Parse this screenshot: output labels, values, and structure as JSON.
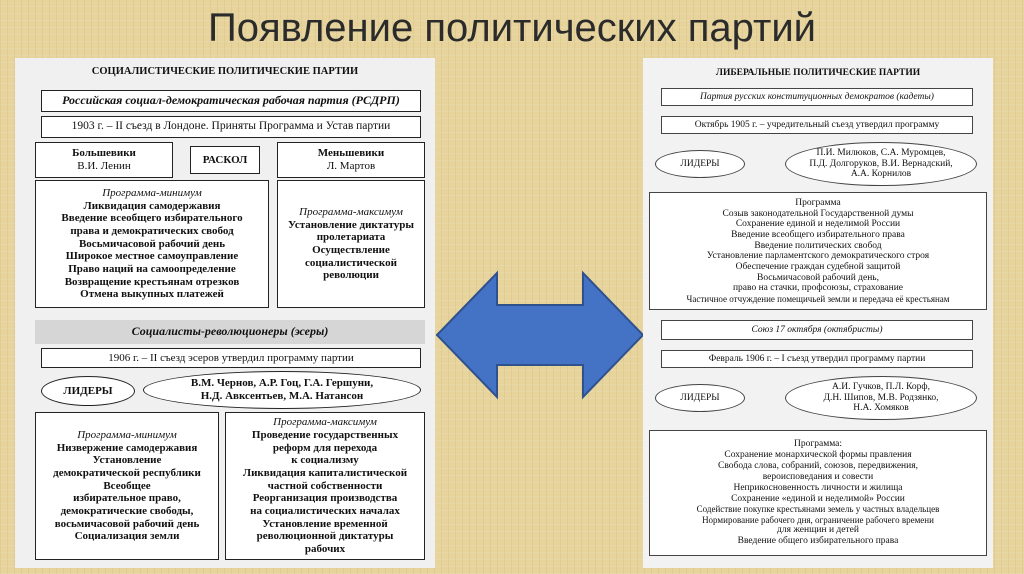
{
  "slide": {
    "title": "Появление политических партий"
  },
  "left": {
    "heading": "СОЦИАЛИСТИЧЕСКИЕ ПОЛИТИЧЕСКИЕ ПАРТИИ",
    "rsdrp": "Российская социал-демократическая рабочая партия (РСДРП)",
    "rsdrp_congress": "1903 г. – II съезд в Лондоне. Приняты Программа и Устав партии",
    "bolsheviks": {
      "name": "Большевики",
      "leader": "В.И. Ленин"
    },
    "split": "РАСКОЛ",
    "mensheviks": {
      "name": "Меньшевики",
      "leader": "Л. Мартов"
    },
    "program_min_1": {
      "title": "Программа-минимум",
      "lines": [
        "Ликвидация самодержавия",
        "Введение всеобщего избирательного",
        "права и демократических свобод",
        "Восьмичасовой рабочий день",
        "Широкое местное самоуправление",
        "Право наций на самоопределение",
        "Возвращение крестьянам отрезков",
        "Отмена выкупных платежей"
      ]
    },
    "program_max_1": {
      "title": "Программа-максимум",
      "lines": [
        "Установление диктатуры",
        "пролетариата",
        "Осуществление",
        "социалистической",
        "революции"
      ]
    },
    "sr": "Социалисты-революционеры (эсеры)",
    "sr_congress": "1906 г. – II съезд эсеров утвердил программу партии",
    "leaders_label": "ЛИДЕРЫ",
    "sr_leaders": [
      "В.М. Чернов, А.Р. Гоц, Г.А. Гершуни,",
      "Н.Д. Авксентьев, М.А. Натансон"
    ],
    "program_min_2": {
      "title": "Программа-минимум",
      "lines": [
        "Низвержение самодержавия",
        "Установление",
        "демократической республики",
        "Всеобщее",
        "избирательное право,",
        "демократические свободы,",
        "восьмичасовой рабочий день",
        "Социализация земли"
      ]
    },
    "program_max_2": {
      "title": "Программа-максимум",
      "lines": [
        "Проведение государственных",
        "реформ для перехода",
        "к социализму",
        "Ликвидация капиталистической",
        "частной собственности",
        "Реорганизация производства",
        "на социалистических началах",
        "Установление временной",
        "революционной диктатуры",
        "рабочих"
      ]
    }
  },
  "right": {
    "heading": "ЛИБЕРАЛЬНЫЕ ПОЛИТИЧЕСКИЕ ПАРТИИ",
    "kadets": "Партия русских конституционных демократов (кадеты)",
    "kadets_congress": "Октябрь 1905 г. – учредительный съезд утвердил программу",
    "leaders_label": "ЛИДЕРЫ",
    "kadets_leaders": [
      "П.И. Милюков, С.А. Муромцев,",
      "П.Д. Долгоруков, В.И. Вернадский,",
      "А.А. Корнилов"
    ],
    "kadets_program": {
      "title": "Программа",
      "lines": [
        "Созыв законодательной Государственной думы",
        "Сохранение единой и неделимой России",
        "Введение всеобщего избирательного права",
        "Введение политических свобод",
        "Установление парламентского демократического строя",
        "Обеспечение граждан судебной защитой",
        "Восьмичасовой рабочий день,",
        "право на стачки, профсоюзы, страхование",
        "Частичное отчуждение помещичьей земли и передача её крестьянам"
      ]
    },
    "octobrists": "Союз 17 октября (октябристы)",
    "octobrists_congress": "Февраль 1906 г. – I съезд утвердил программу партии",
    "octobrists_leaders": [
      "А.И. Гучков, П.Л. Корф,",
      "Д.Н. Шипов, М.В. Родзянко,",
      "Н.А. Хомяков"
    ],
    "octobrists_program": {
      "title": "Программа:",
      "lines": [
        "Сохранение монархической формы правления",
        "Свобода слова, собраний, союзов, передвижения,",
        "вероисповедания и совести",
        "Неприкосновенность личности и жилища",
        "Сохранение «единой и неделимой» России",
        "Содействие покупке крестьянами земель у частных владельцев",
        "Нормирование рабочего дня, ограничение рабочего времени",
        "для женщин и детей",
        "Введение общего избирательного права"
      ]
    }
  },
  "colors": {
    "arrow": "#4472c4",
    "arrow_stroke": "#2f528f",
    "background": "#e7d49d"
  }
}
